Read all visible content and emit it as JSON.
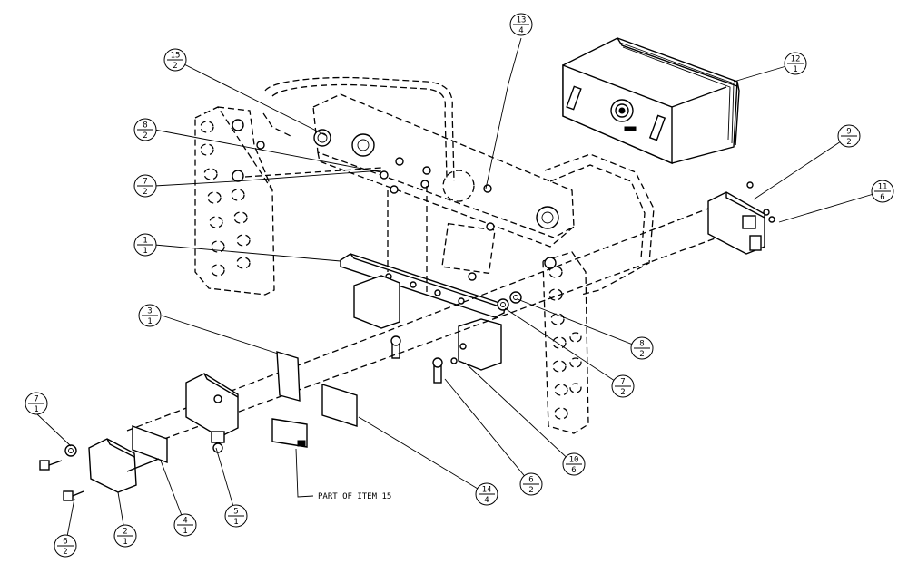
{
  "balloons": [
    {
      "id": "b-13",
      "item": "13",
      "qty": "4"
    },
    {
      "id": "b-12",
      "item": "12",
      "qty": "1"
    },
    {
      "id": "b-15",
      "item": "15",
      "qty": "2"
    },
    {
      "id": "b-8a",
      "item": "8",
      "qty": "2"
    },
    {
      "id": "b-7a",
      "item": "7",
      "qty": "2"
    },
    {
      "id": "b-9",
      "item": "9",
      "qty": "2"
    },
    {
      "id": "b-11",
      "item": "11",
      "qty": "6"
    },
    {
      "id": "b-1",
      "item": "1",
      "qty": "1"
    },
    {
      "id": "b-3",
      "item": "3",
      "qty": "1"
    },
    {
      "id": "b-8b",
      "item": "8",
      "qty": "2"
    },
    {
      "id": "b-7b",
      "item": "7",
      "qty": "2"
    },
    {
      "id": "b-7c",
      "item": "7",
      "qty": "1"
    },
    {
      "id": "b-10",
      "item": "10",
      "qty": "6"
    },
    {
      "id": "b-6a",
      "item": "6",
      "qty": "2"
    },
    {
      "id": "b-14",
      "item": "14",
      "qty": "4"
    },
    {
      "id": "b-5",
      "item": "5",
      "qty": "1"
    },
    {
      "id": "b-4",
      "item": "4",
      "qty": "1"
    },
    {
      "id": "b-2",
      "item": "2",
      "qty": "1"
    },
    {
      "id": "b-6b",
      "item": "6",
      "qty": "2"
    }
  ],
  "notes": {
    "part_of_item": "PART OF ITEM 15"
  }
}
